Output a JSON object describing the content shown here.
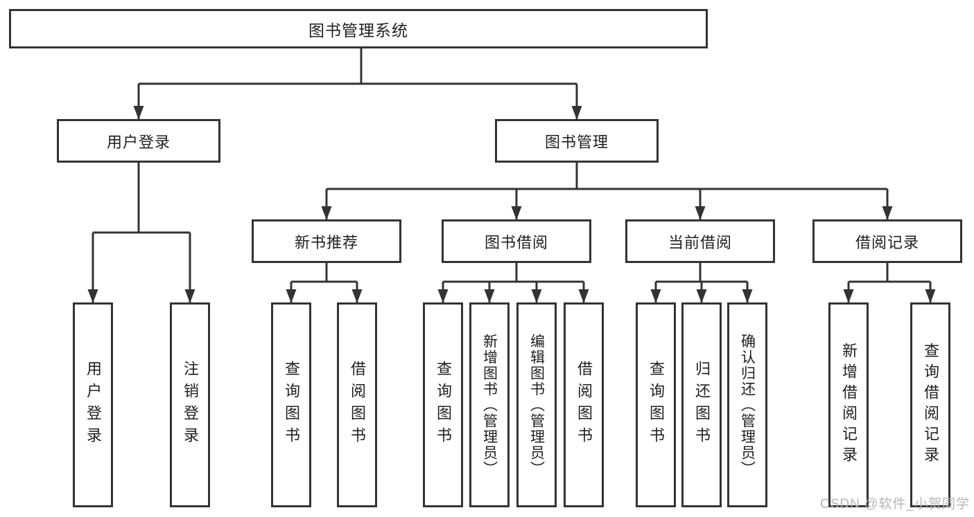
{
  "nodes": {
    "root": "图书管理系统",
    "l2": [
      "用户登录",
      "图书管理"
    ],
    "l3": [
      "新书推荐",
      "图书借阅",
      "当前借阅",
      "借阅记录"
    ],
    "l4": {
      "g1": [
        "用户登录",
        "注销登录"
      ],
      "g2": [
        "查询图书",
        "借阅图书"
      ],
      "g3": [
        "查询图书",
        "新增图书（管理员）",
        "编辑图书（管理员）",
        "借阅图书"
      ],
      "g4": [
        "查询图书",
        "归还图书",
        "确认归还（管理员）"
      ],
      "g5": [
        "新增借阅记录",
        "查询借阅记录"
      ]
    }
  },
  "watermark": "CSDN @软件_小贺同学",
  "colors": {
    "line": "#333333",
    "text": "#1f1f1f",
    "watermark": "#b5b5b5",
    "background": "#ffffff"
  }
}
